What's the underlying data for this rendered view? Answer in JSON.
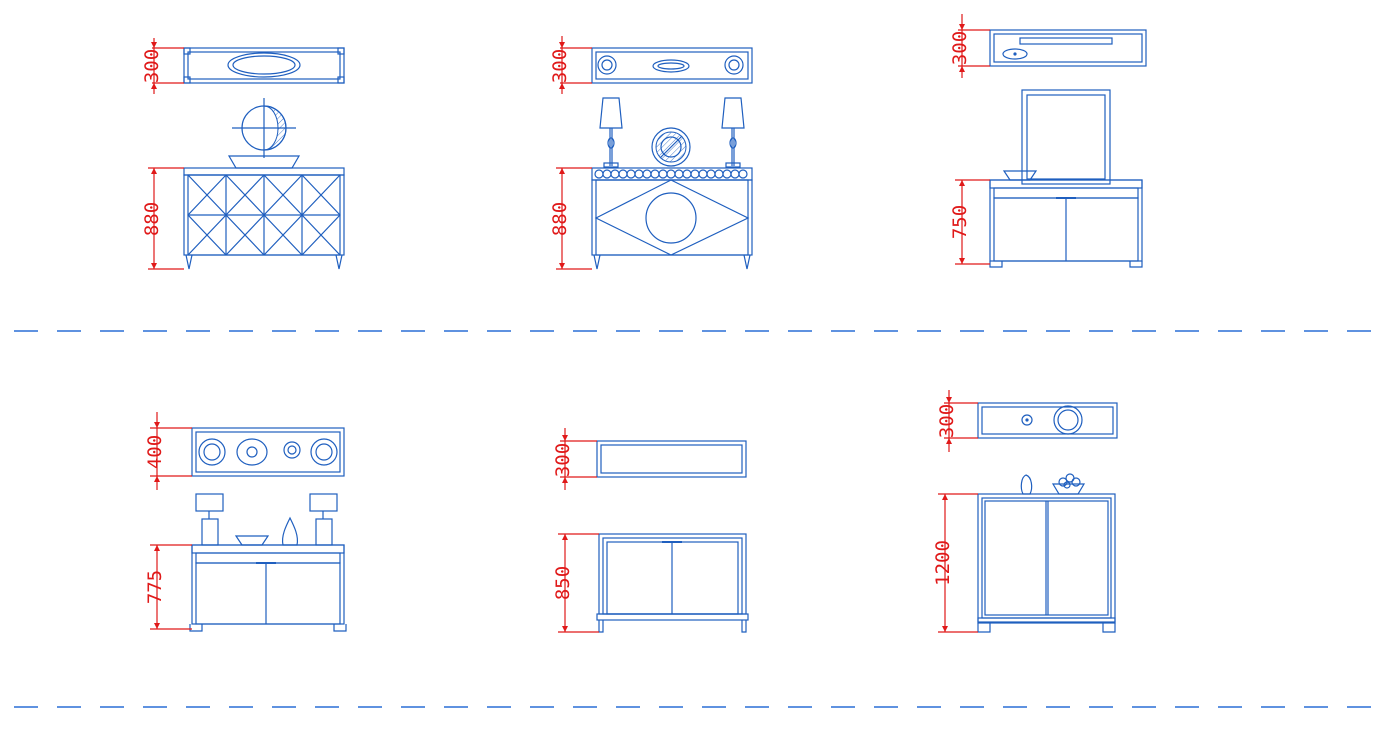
{
  "colors": {
    "outline": "#1f5fbf",
    "dimension": "#e01919",
    "separator": "#2a6fd6",
    "background": "#ffffff"
  },
  "dimensions": {
    "c1_plan": "300",
    "c1_elev": "880",
    "c2_plan": "300",
    "c2_elev": "880",
    "c3_plan": "300",
    "c3_elev": "750",
    "c4_plan": "400",
    "c4_elev": "775",
    "c5_plan": "300",
    "c5_elev": "850",
    "c6_plan": "300",
    "c6_elev": "1200"
  }
}
